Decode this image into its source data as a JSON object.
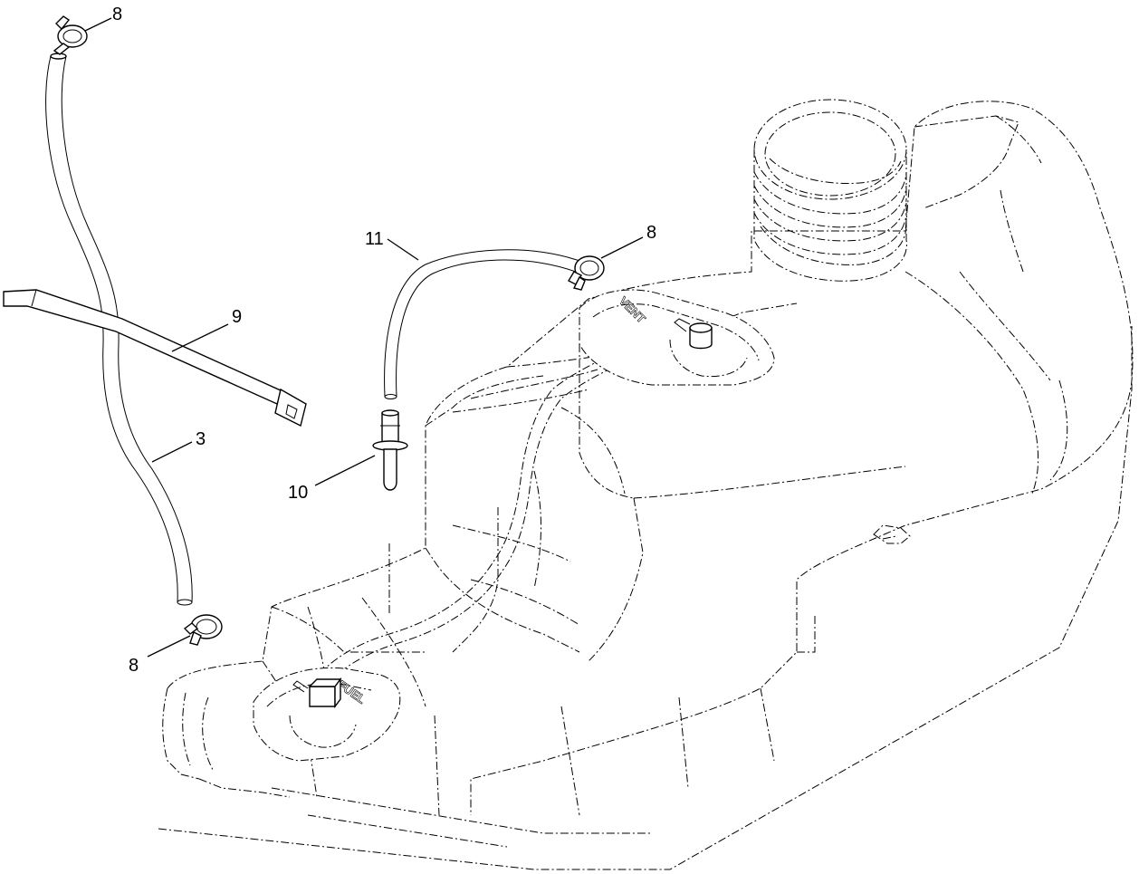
{
  "callouts": {
    "clamp_top": "8",
    "hose_vent": "11",
    "clamp_right": "8",
    "cable_tie": "9",
    "hose_main": "3",
    "fitting": "10",
    "clamp_bottom": "8"
  },
  "tank_markings": {
    "vent_upper": "VENT",
    "vent_lower": "FUEL"
  }
}
